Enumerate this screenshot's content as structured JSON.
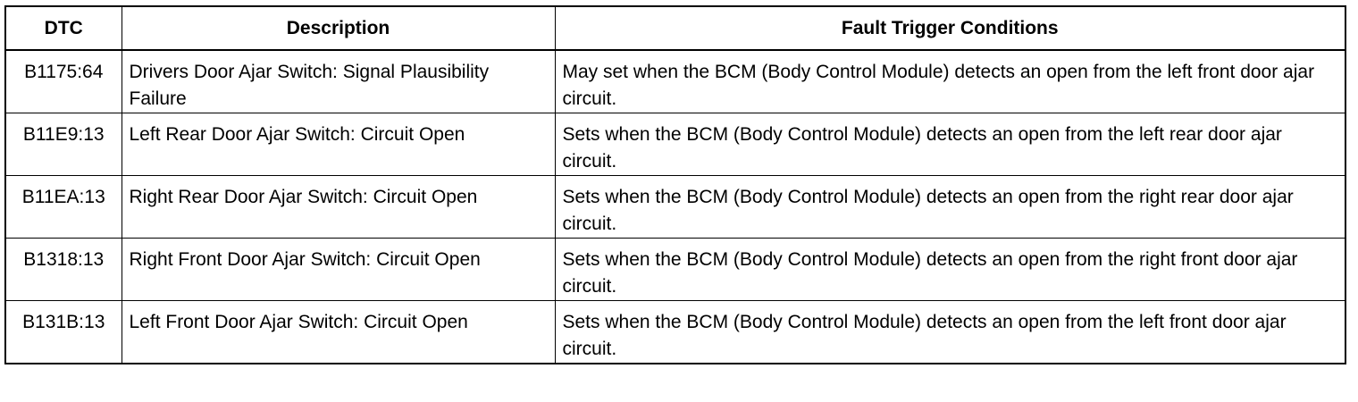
{
  "table": {
    "headers": {
      "dtc": "DTC",
      "description": "Description",
      "conditions": "Fault Trigger Conditions"
    },
    "rows": [
      {
        "dtc": "B1175:64",
        "description": "Drivers Door Ajar Switch: Signal Plausibility Failure",
        "conditions": "May set when the BCM (Body Control Module) detects an open from the left front door ajar circuit."
      },
      {
        "dtc": "B11E9:13",
        "description": "Left Rear Door Ajar Switch: Circuit Open",
        "conditions": "Sets when the BCM (Body Control Module) detects an open from the left rear door ajar circuit."
      },
      {
        "dtc": "B11EA:13",
        "description": "Right Rear Door Ajar Switch: Circuit Open",
        "conditions": "Sets when the BCM (Body Control Module) detects an open from the right rear door ajar circuit."
      },
      {
        "dtc": "B1318:13",
        "description": "Right Front Door Ajar Switch: Circuit Open",
        "conditions": "Sets when the BCM (Body Control Module) detects an open from the right front door ajar circuit."
      },
      {
        "dtc": "B131B:13",
        "description": "Left Front Door Ajar Switch: Circuit Open",
        "conditions": "Sets when the BCM (Body Control Module) detects an open from the left front door ajar circuit."
      }
    ]
  }
}
